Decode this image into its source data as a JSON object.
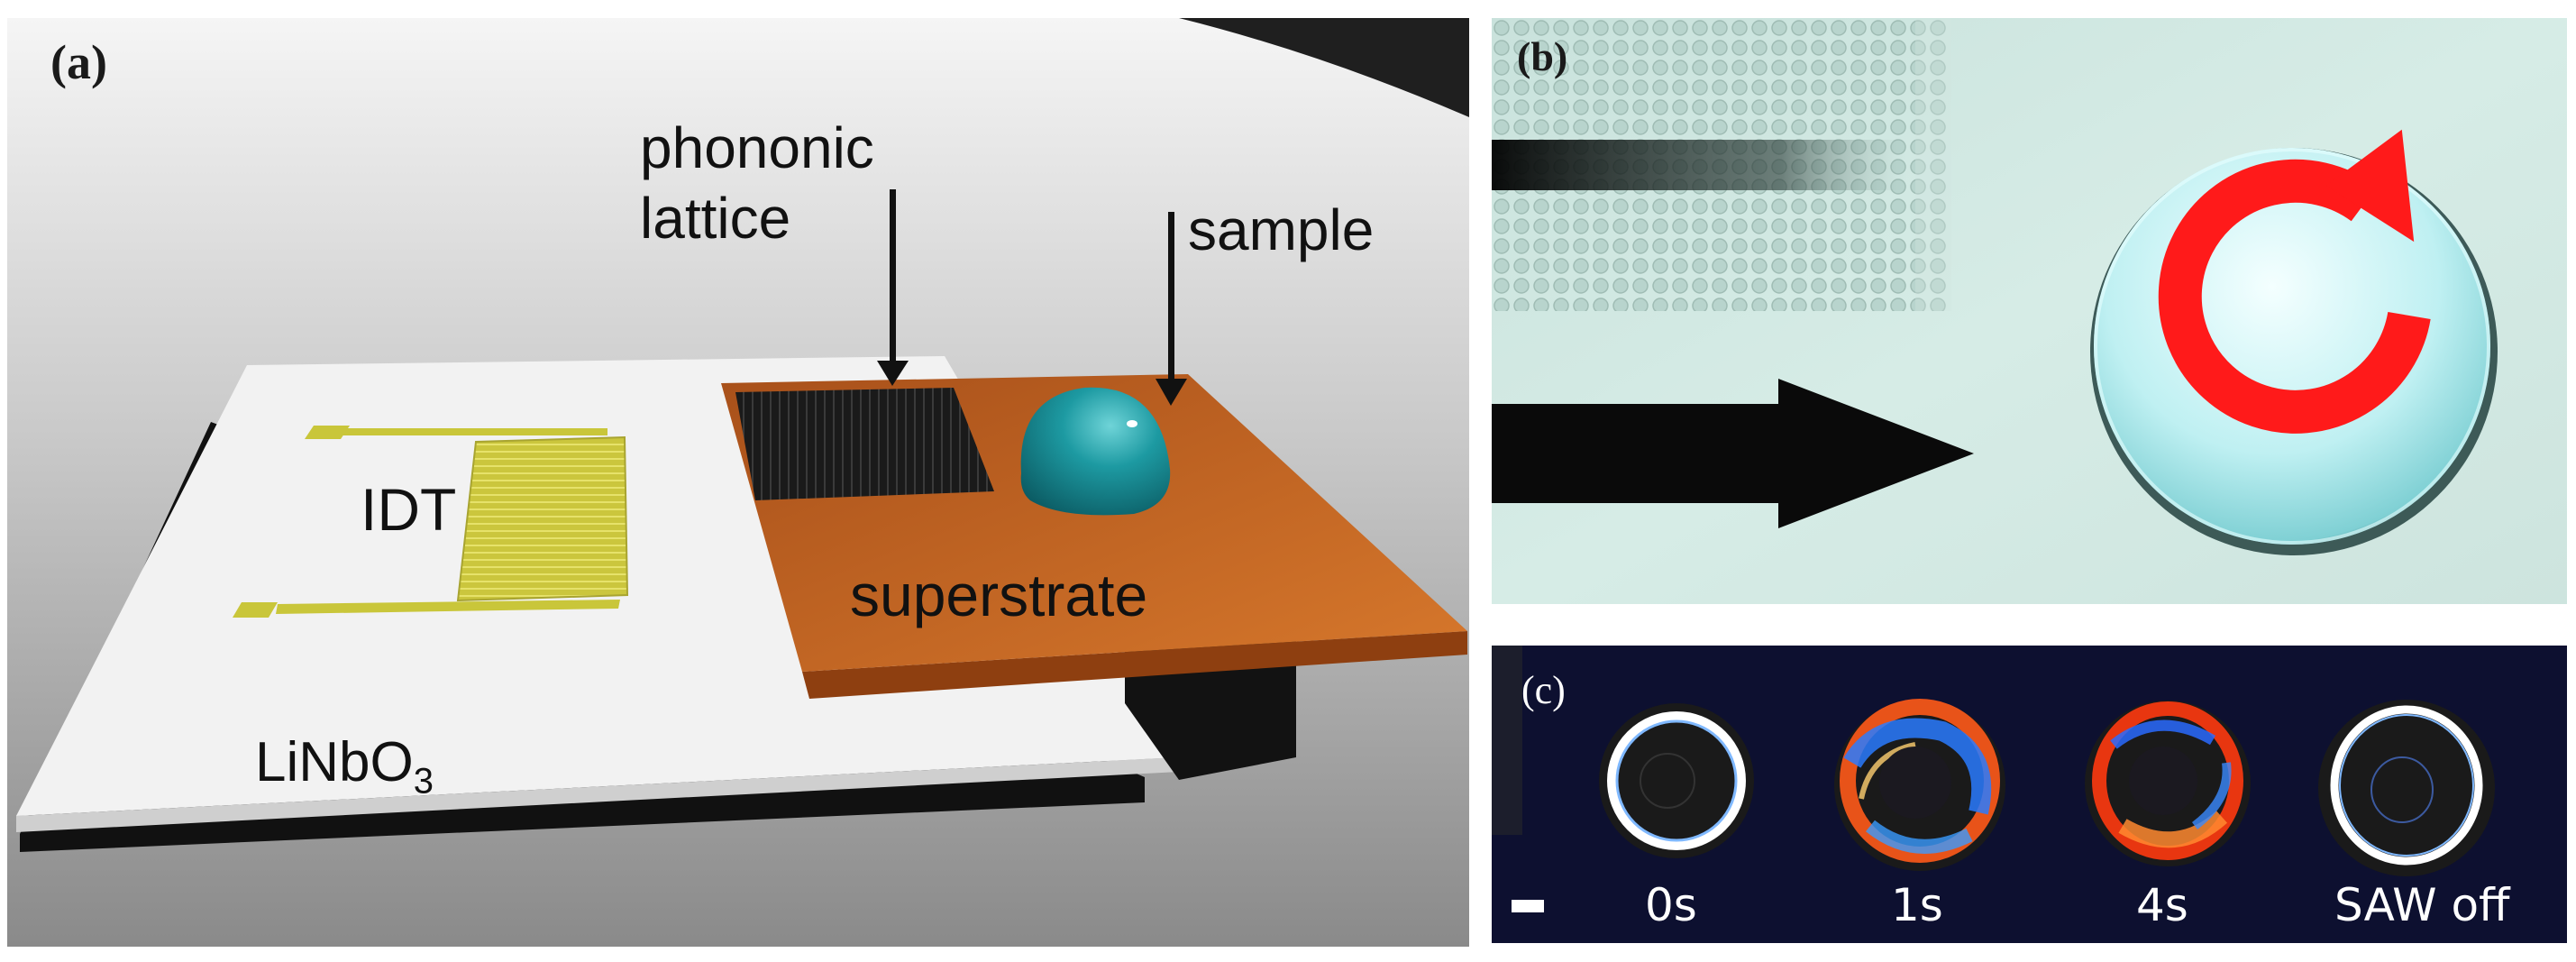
{
  "panel_a": {
    "letter": "(a)",
    "labels": {
      "phononic_line1": "phononic",
      "phononic_line2": "lattice",
      "sample": "sample",
      "idt": "IDT",
      "superstrate": "superstrate",
      "substrate_main": "LiNbO",
      "substrate_sub": "3"
    },
    "colors": {
      "substrate": "#f3f3f3",
      "superstrate": "#c4621a",
      "electrode": "#c9c63a",
      "droplet": "#1d8f98",
      "lattice": "#1a1a1a"
    }
  },
  "panel_b": {
    "letter": "(b)",
    "colors": {
      "background": "#cfe6e0",
      "rotation_arrow": "#ff1a1a",
      "droplet": "#bff0f2",
      "flow_arrow": "#0a0a0a"
    }
  },
  "panel_c": {
    "letter": "(c)",
    "frames": [
      {
        "time": "0s"
      },
      {
        "time": "1s"
      },
      {
        "time": "4s"
      },
      {
        "time": "SAW off"
      }
    ],
    "colors": {
      "background": "#0d1030"
    }
  }
}
